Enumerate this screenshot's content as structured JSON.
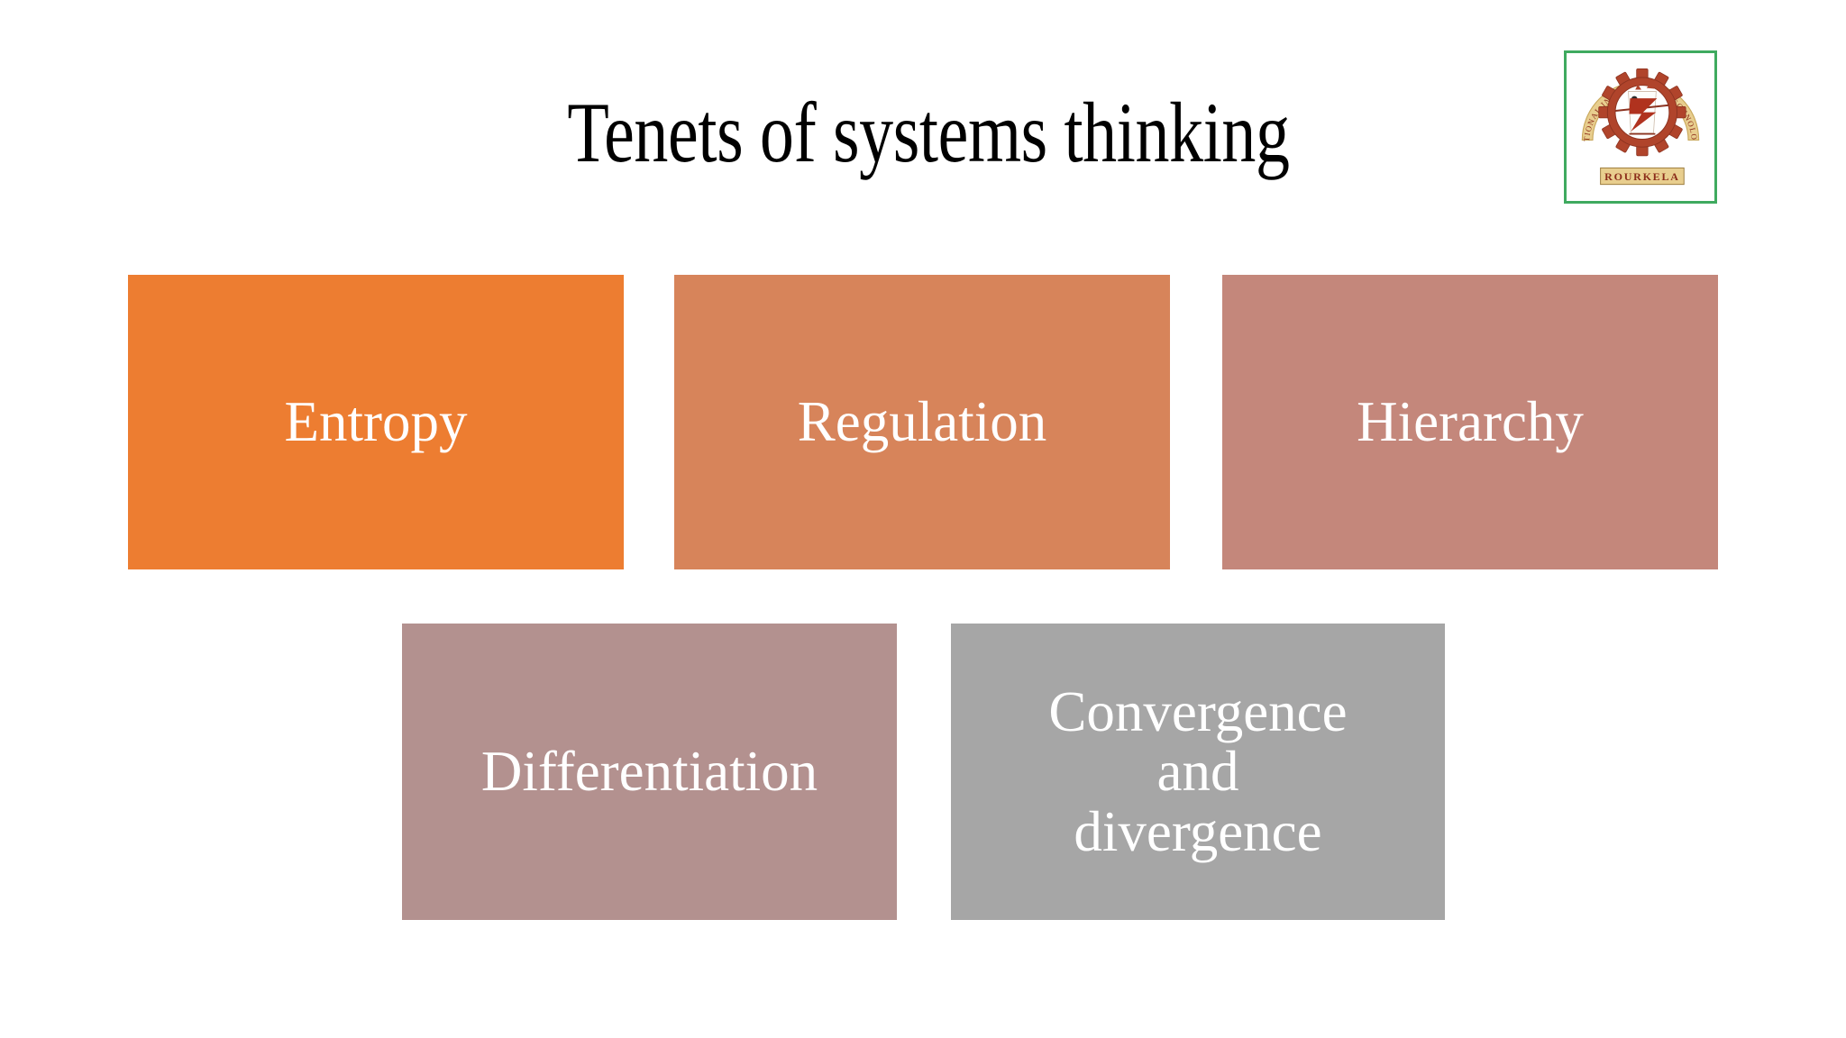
{
  "slide": {
    "title": "Tenets of systems thinking",
    "background_color": "#FFFFFF",
    "title_color": "#000000"
  },
  "logo": {
    "name": "nit-rourkela-logo",
    "arc_text": "NATIONAL INSTITUTE OF TECHNOLOGY",
    "banner_text": "ROURKELA",
    "border_color": "#3FAA5F",
    "emblem_color": "#B0442B",
    "banner_fill": "#E8CE8E",
    "banner_text_color": "#8B2C1A"
  },
  "tenets": [
    {
      "id": "entropy",
      "label": "Entropy",
      "color": "#ED7D31",
      "text_color": "#FFFFFF",
      "row": 1,
      "column": 1
    },
    {
      "id": "regulation",
      "label": "Regulation",
      "color": "#D7845A",
      "text_color": "#FFFFFF",
      "row": 1,
      "column": 2
    },
    {
      "id": "hierarchy",
      "label": "Hierarchy",
      "color": "#C4877B",
      "text_color": "#FFFFFF",
      "row": 1,
      "column": 3
    },
    {
      "id": "differentiation",
      "label": "Differentiation",
      "color": "#B3918F",
      "text_color": "#FFFFFF",
      "row": 2,
      "column": 1
    },
    {
      "id": "convergence-and-divergence",
      "label": "Convergence\nand\ndivergence",
      "color": "#A6A6A6",
      "text_color": "#FFFFFF",
      "row": 2,
      "column": 2
    }
  ]
}
